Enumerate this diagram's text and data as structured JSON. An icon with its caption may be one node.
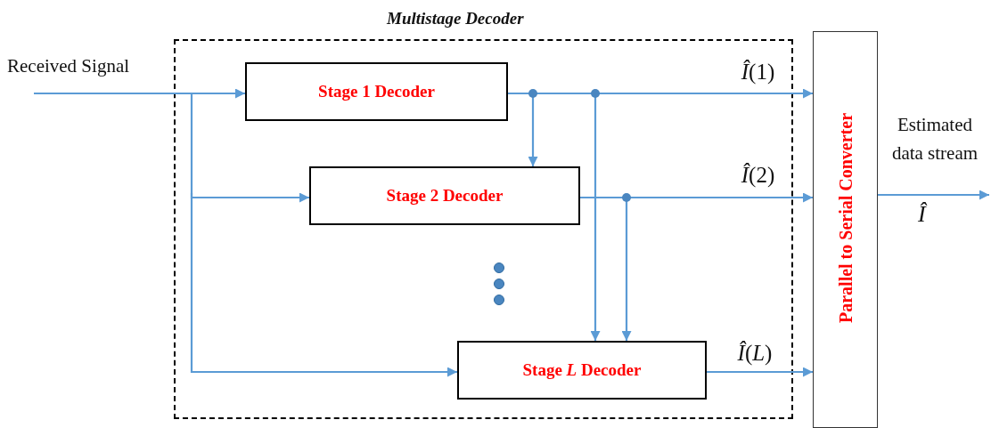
{
  "diagram": {
    "nodes": [
      {
        "text": [
          "Multistage Decoder"
        ]
      },
      {
        "text": [
          "Stage 1 Decoder"
        ],
        "in": 0
      },
      {
        "text": [
          "Stage 2 Decoder"
        ],
        "in": 0
      },
      {
        "text": [
          "Stage *L* Decoder"
        ],
        "in": 0
      },
      {
        "text": [
          "Parallel to Serial Converter"
        ]
      }
    ],
    "edges": [
      {
        "from": null,
        "to": 1,
        "arrow": "to"
      },
      {
        "from": null,
        "to": 2,
        "arrow": "to"
      },
      {
        "from": null,
        "to": 3,
        "arrow": "to"
      },
      {
        "from": 1,
        "to": 4,
        "arrow": "to",
        "label": "*Î*(1)"
      },
      {
        "from": 2,
        "to": 4,
        "arrow": "to",
        "label": "*Î*(2)"
      },
      {
        "from": 3,
        "to": 4,
        "arrow": "to",
        "label": "*Î*(*L*)"
      },
      {
        "from": 1,
        "to": 2,
        "arrow": "to"
      },
      {
        "from": 1,
        "to": 3,
        "arrow": "to"
      },
      {
        "from": 2,
        "to": 3,
        "arrow": "to"
      },
      {
        "from": 4,
        "to": null,
        "arrow": "to",
        "label": "Estimated data stream"
      }
    ],
    "labels": [
      "Received Signal",
      "Î"
    ]
  }
}
